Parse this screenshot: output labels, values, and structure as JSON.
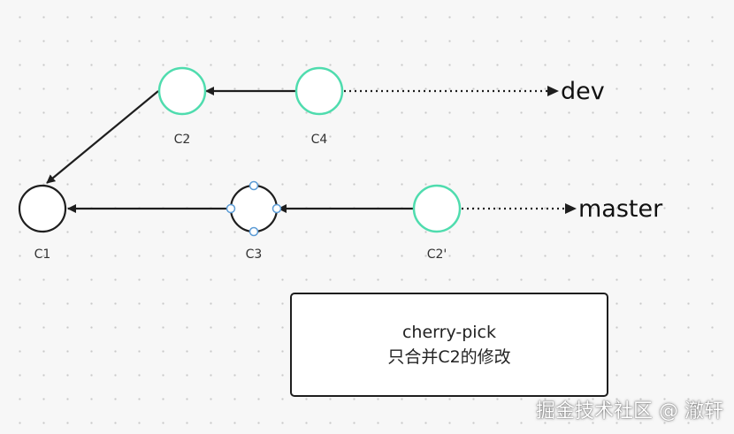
{
  "nodes": {
    "c1": {
      "label": "C1"
    },
    "c2": {
      "label": "C2"
    },
    "c3": {
      "label": "C3"
    },
    "c4": {
      "label": "C4"
    },
    "c2_prime": {
      "label": "C2'"
    }
  },
  "branches": {
    "dev": "dev",
    "master": "master"
  },
  "note": {
    "line1": "cherry-pick",
    "line2": "只合并C2的修改"
  },
  "watermark": "掘金技术社区 @ 澈轩",
  "colors": {
    "highlight_stroke": "#4fdcae",
    "default_stroke": "#1e1e1e",
    "selection_handle": "#5b9bd5",
    "background": "#f7f7f7"
  }
}
